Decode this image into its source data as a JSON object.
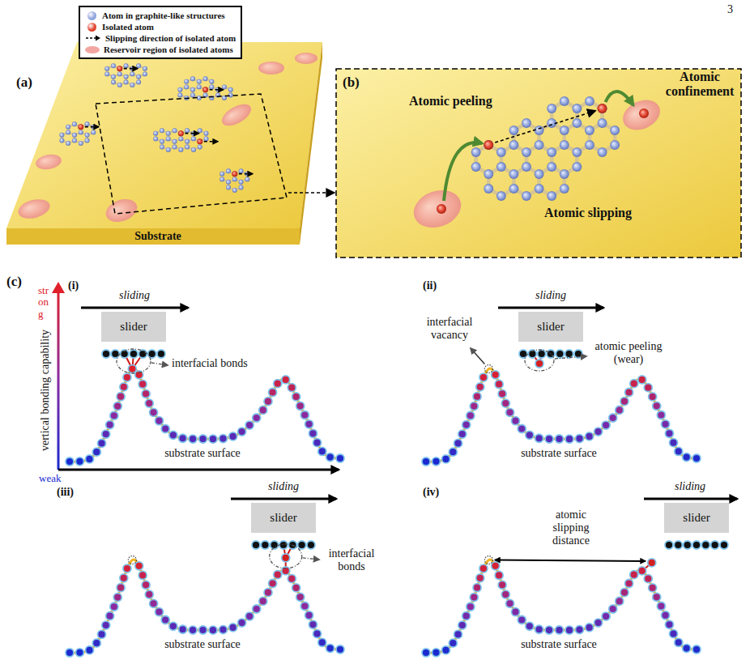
{
  "diagram": {
    "nodes": [
      {
        "text": [
          "slider"
        ]
      },
      {
        "text": [
          "slider"
        ]
      },
      {
        "text": [
          "slider"
        ]
      },
      {
        "text": [
          "slider"
        ]
      }
    ],
    "labels": [
      "3",
      "(a)",
      "(b)",
      "Substrate",
      "Atomic confinement",
      "Atomic peeling",
      "Atomic slipping",
      "(c)",
      "(i)",
      "sliding",
      "interfacial bonds",
      "strong",
      "vertical bonding capability",
      "weak",
      "substrate surface",
      "(ii)",
      "sliding",
      "interfacial vacancy",
      "atomic peeling (wear)",
      "substrate surface",
      "(iii)",
      "sliding",
      "interfacial bonds",
      "substrate surface",
      "(iv)",
      "sliding",
      "atomic slipping distance",
      "substrate surface"
    ],
    "legend": [
      {
        "text": "Atom in graphite-like structures",
        "color": "#8fa3dc"
      },
      {
        "text": "Isolated atom",
        "color": "#e0402a"
      },
      {
        "text": "Slipping direction of isolated atom"
      },
      {
        "text": "Reservoir region of isolated atoms",
        "color": "#f3a6a1"
      }
    ]
  }
}
